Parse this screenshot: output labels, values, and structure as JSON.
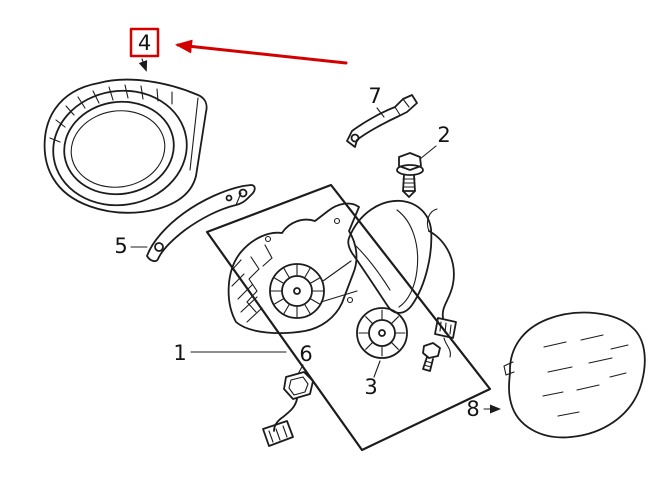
{
  "colors": {
    "background": "#ffffff",
    "ink": "#1c1c1c",
    "accent": "#d40000"
  },
  "callouts": {
    "part1": "1",
    "part2": "2",
    "part3": "3",
    "part4": "4",
    "part5": "5",
    "part6": "6",
    "part7": "7",
    "part8": "8"
  }
}
